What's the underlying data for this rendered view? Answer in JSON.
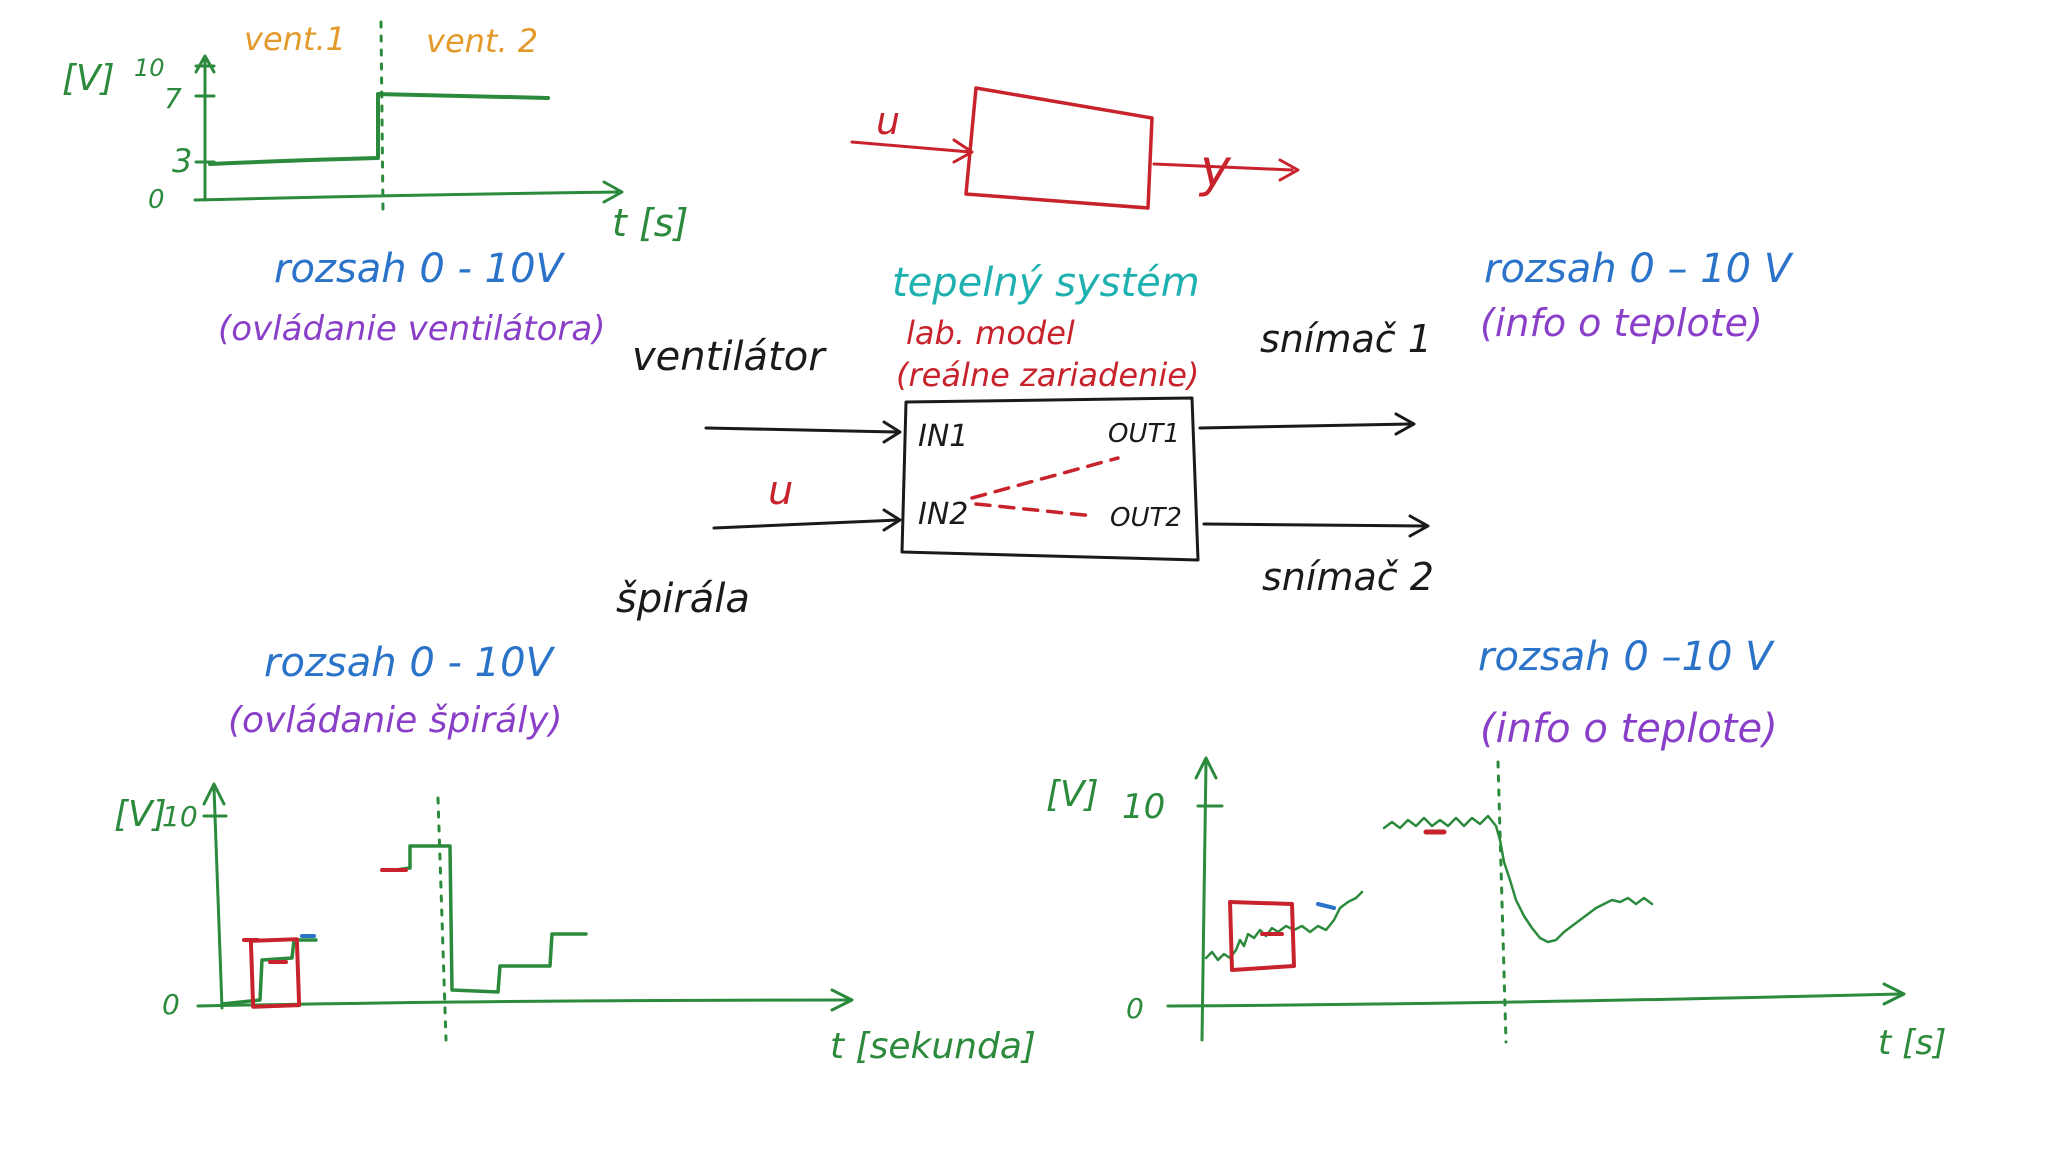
{
  "colors": {
    "black": "#1a1a1a",
    "green": "#2c8a3c",
    "orange": "#e39a2a",
    "red": "#c8232c",
    "blue": "#2a73c8",
    "purple": "#8a3fc8",
    "teal": "#1fb0b0"
  },
  "top_plot": {
    "ylabel": "[V]",
    "ytick_10": "10",
    "ytick_7": "7",
    "ytick_3": "3",
    "ytick_0": "0",
    "xlabel": "t [s]",
    "phase1": "vent.1",
    "phase2": "vent. 2"
  },
  "block_small": {
    "input": "u",
    "output": "y"
  },
  "annotations": {
    "fan_range": "rozsah 0 - 10V",
    "fan_range_note": "(ovládanie ventilátora)",
    "sensor1_range": "rozsah 0 – 10 V",
    "sensor1_note": "(info o teplote)",
    "spiral_range": "rozsah 0 - 10V",
    "spiral_note": "(ovládanie špirály)",
    "sensor2_range": "rozsah 0 –10 V",
    "sensor2_note": "(info o teplote)"
  },
  "system_block": {
    "title": "tepelný systém",
    "subtitle": "lab. model",
    "subtitle2": "(reálne zariadenie)",
    "in1": "IN1",
    "in2": "IN2",
    "out1": "OUT1",
    "out2": "OUT2",
    "input_left_top": "ventilátor",
    "input_left_bottom": "špirála",
    "input_u": "u",
    "output_top": "snímač 1",
    "output_bottom": "snímač 2"
  },
  "bottom_left_plot": {
    "ylabel": "[V]",
    "ytick_10": "10",
    "ytick_0": "0",
    "xlabel": "t [sekunda]"
  },
  "bottom_right_plot": {
    "ylabel": "[V]",
    "ytick_10": "10",
    "ytick_0": "0",
    "xlabel": "t [s]"
  }
}
